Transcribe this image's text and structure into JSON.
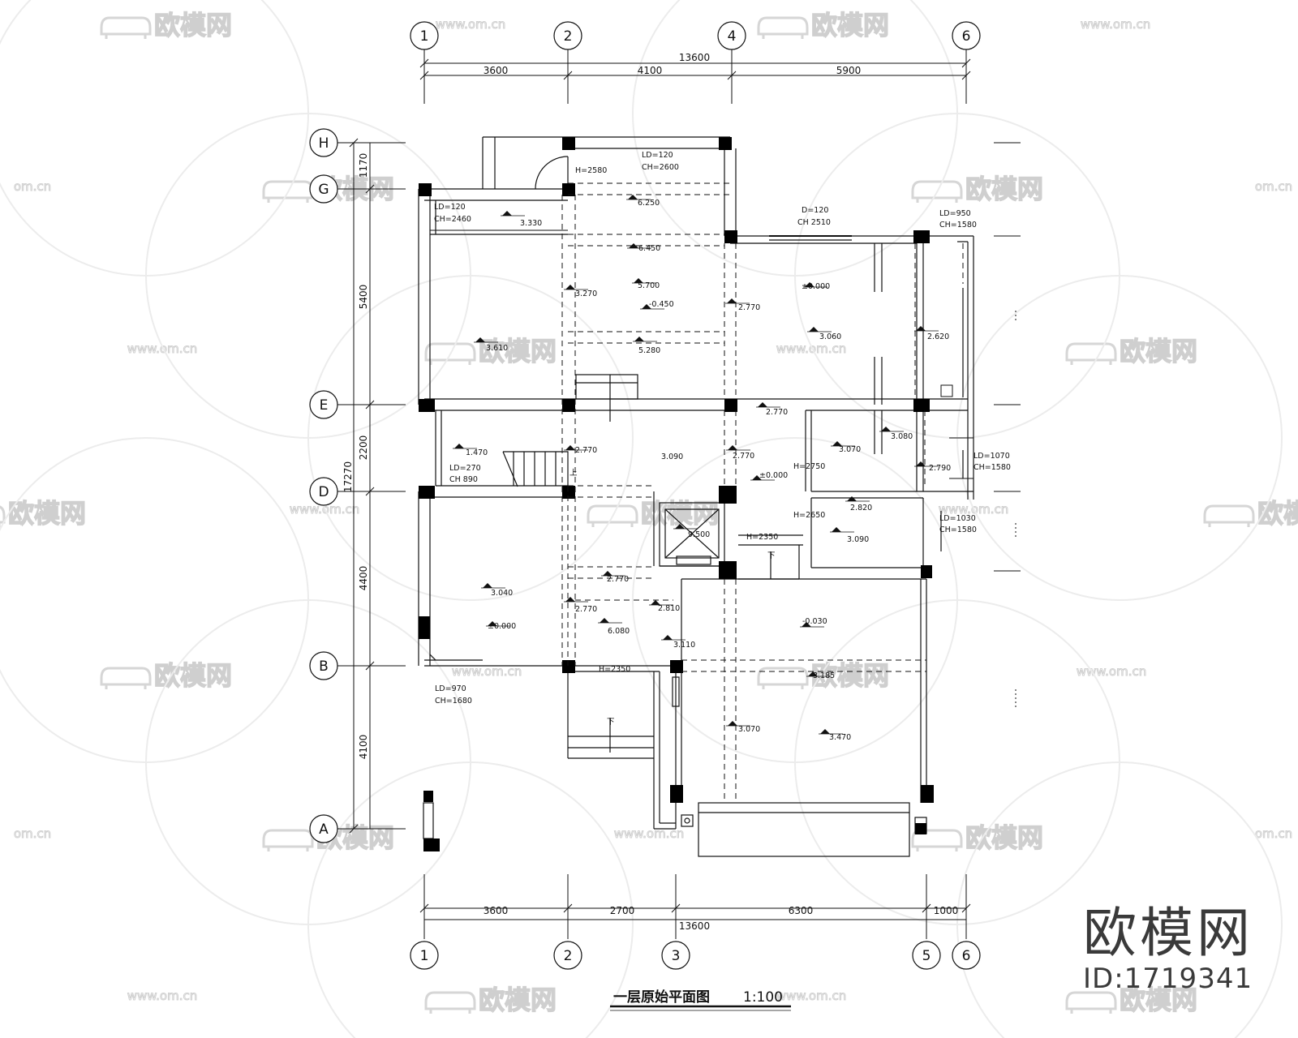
{
  "drawing": {
    "title": "一层原始平面图",
    "scale": "1:100",
    "top_axes": [
      "1",
      "2",
      "4",
      "6"
    ],
    "bottom_axes": [
      "1",
      "2",
      "3",
      "5",
      "6"
    ],
    "left_axes": [
      "H",
      "G",
      "E",
      "D",
      "B",
      "A"
    ],
    "top_total": "13600",
    "top_segments": [
      "3600",
      "4100",
      "5900"
    ],
    "bottom_total": "13600",
    "bottom_segments": [
      "3600",
      "2700",
      "6300",
      "1000"
    ],
    "left_total": "17270",
    "left_segments": [
      "1170",
      "5400",
      "2200",
      "4400",
      "4100"
    ]
  },
  "annotations": [
    "LD=120",
    "CH=2600",
    "H=2580",
    "LD=120",
    "CH=2460",
    "3.330",
    "6.250",
    "6.450",
    "D=120",
    "CH 2510",
    "LD=950",
    "CH=1580",
    "3.270",
    "5.700",
    "-0.450",
    "±0.000",
    "2.770",
    "3.060",
    "2.620",
    "3.610",
    "5.280",
    "2.770",
    "3.090",
    "2.770",
    "3.080",
    "1.470",
    "3.070",
    "LD=270",
    "CH 890",
    "H=2750",
    "LD=1070",
    "CH=1580",
    "2.790",
    "±0.000",
    "2.770",
    "2.820",
    "9.500",
    "H=2650",
    "LD=1030",
    "CH=1580",
    "3.090",
    "H=2350",
    "3.040",
    "2.770",
    "-0.030",
    "2.770",
    "2.810",
    "±0.000",
    "6.080",
    "3.110",
    "H=2350",
    "3.185",
    "LD=970",
    "CH=1680",
    "3.070",
    "3.470",
    "上",
    "下",
    "下"
  ],
  "watermark": {
    "brand": "欧模网",
    "url": "www.om.cn",
    "url_short": "om.cn",
    "brand_partial": "欧模网"
  },
  "brand_block": {
    "name": "欧模网",
    "id": "ID:1719341"
  }
}
